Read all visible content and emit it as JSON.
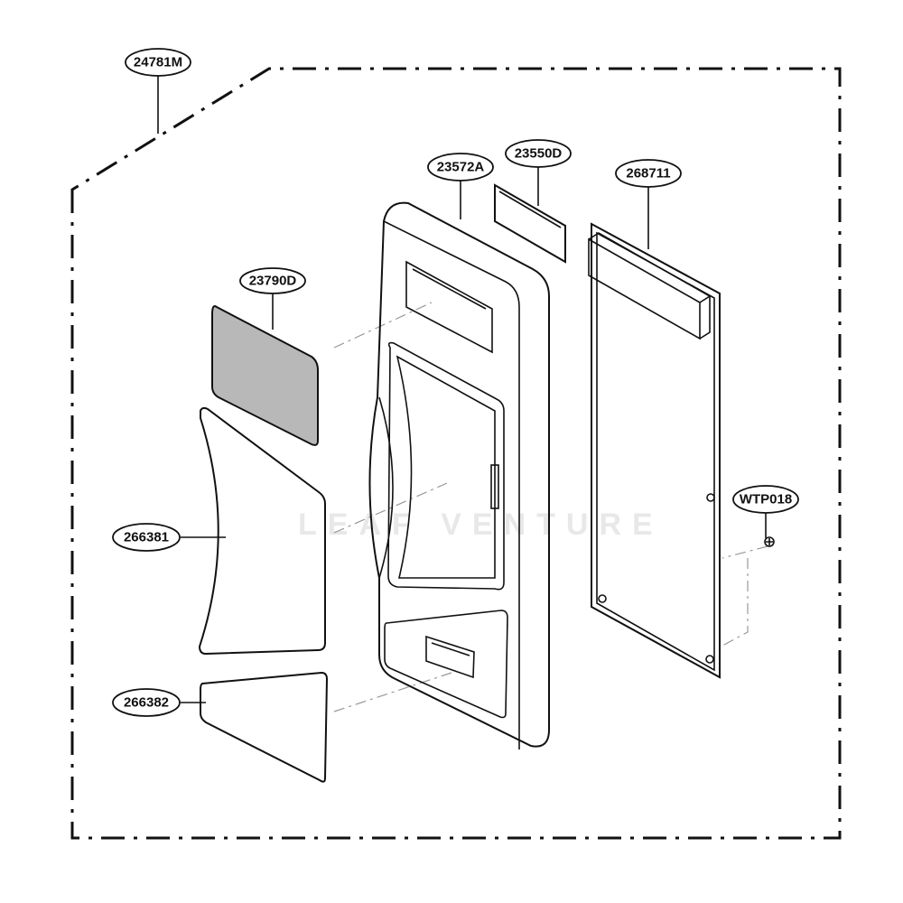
{
  "labels": {
    "assembly": "24781M",
    "window_glass": "23790D",
    "door_frame": "23572A",
    "display_window": "23550D",
    "control_panel": "268711",
    "screw": "WTP018",
    "upper_sheet": "266381",
    "lower_sheet": "266382"
  },
  "colors": {
    "line": "#111111",
    "glass_fill": "#b8b8b8",
    "panel_fill": "#f3f3f3"
  }
}
